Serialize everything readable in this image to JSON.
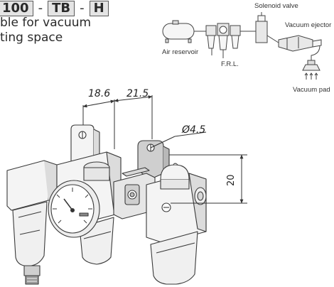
{
  "model_code": {
    "parts": [
      "100",
      "TB",
      "H"
    ],
    "separator": "-"
  },
  "description": {
    "line1": "ble for vacuum",
    "line2": "ting space"
  },
  "circuit_diagram": {
    "air_reservoir": "Air reservoir",
    "frl": "F.R.L.",
    "solenoid_valve": "Solenoid valve",
    "vacuum_ejector": "Vacuum ejector",
    "vacuum_pad": "Vacuum pad"
  },
  "dimensions": {
    "pitch_1": "18.6",
    "pitch_2": "21.5",
    "hole_diameter": "Ø4.5",
    "height": "20"
  },
  "colors": {
    "line": "#3a3a3a",
    "body_fill": "#f4f4f4",
    "shade": "#cfcfcf",
    "code_box_bg": "#e4e4e4"
  }
}
